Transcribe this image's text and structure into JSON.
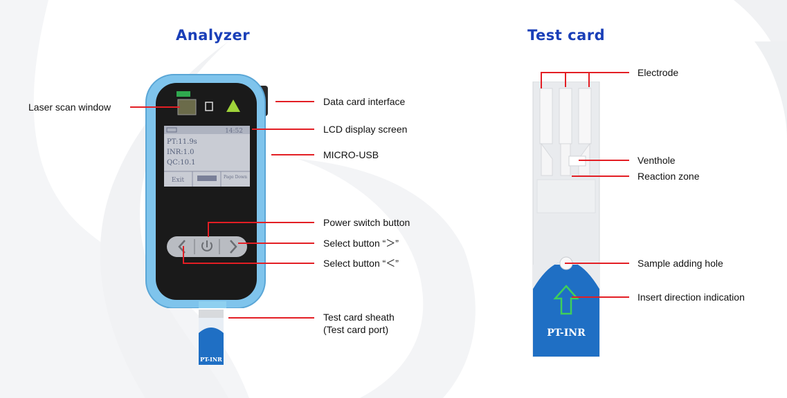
{
  "analyzer": {
    "title": "Analyzer",
    "screen": {
      "time": "14:52",
      "lines": [
        "PT:11.9s",
        "INR:1.0",
        "QC:10.1"
      ],
      "soft_keys": [
        "Exit",
        "",
        "Page Down"
      ]
    },
    "card_text": "PT-INR",
    "labels": {
      "laser_scan_window": "Laser scan window",
      "data_card_interface": "Data card interface",
      "lcd_display_screen": "LCD display screen",
      "micro_usb": "MICRO-USB",
      "power_switch_button": "Power switch button",
      "select_button_right": "Select button “＞”",
      "select_button_left": "Select button “＜”",
      "test_card_sheath": "Test card sheath",
      "test_card_port": "(Test card port)"
    }
  },
  "test_card": {
    "title": "Test card",
    "card_text": "PT-INR",
    "labels": {
      "electrode": "Electrode",
      "venthole": "Venthole",
      "reaction_zone": "Reaction zone",
      "sample_adding_hole": "Sample adding hole",
      "insert_direction": "Insert direction indication"
    }
  },
  "colors": {
    "title": "#1a3fb8",
    "leader": "#e31e24",
    "device_body": "#7fc4ec",
    "card_blue": "#1f6fc4"
  }
}
